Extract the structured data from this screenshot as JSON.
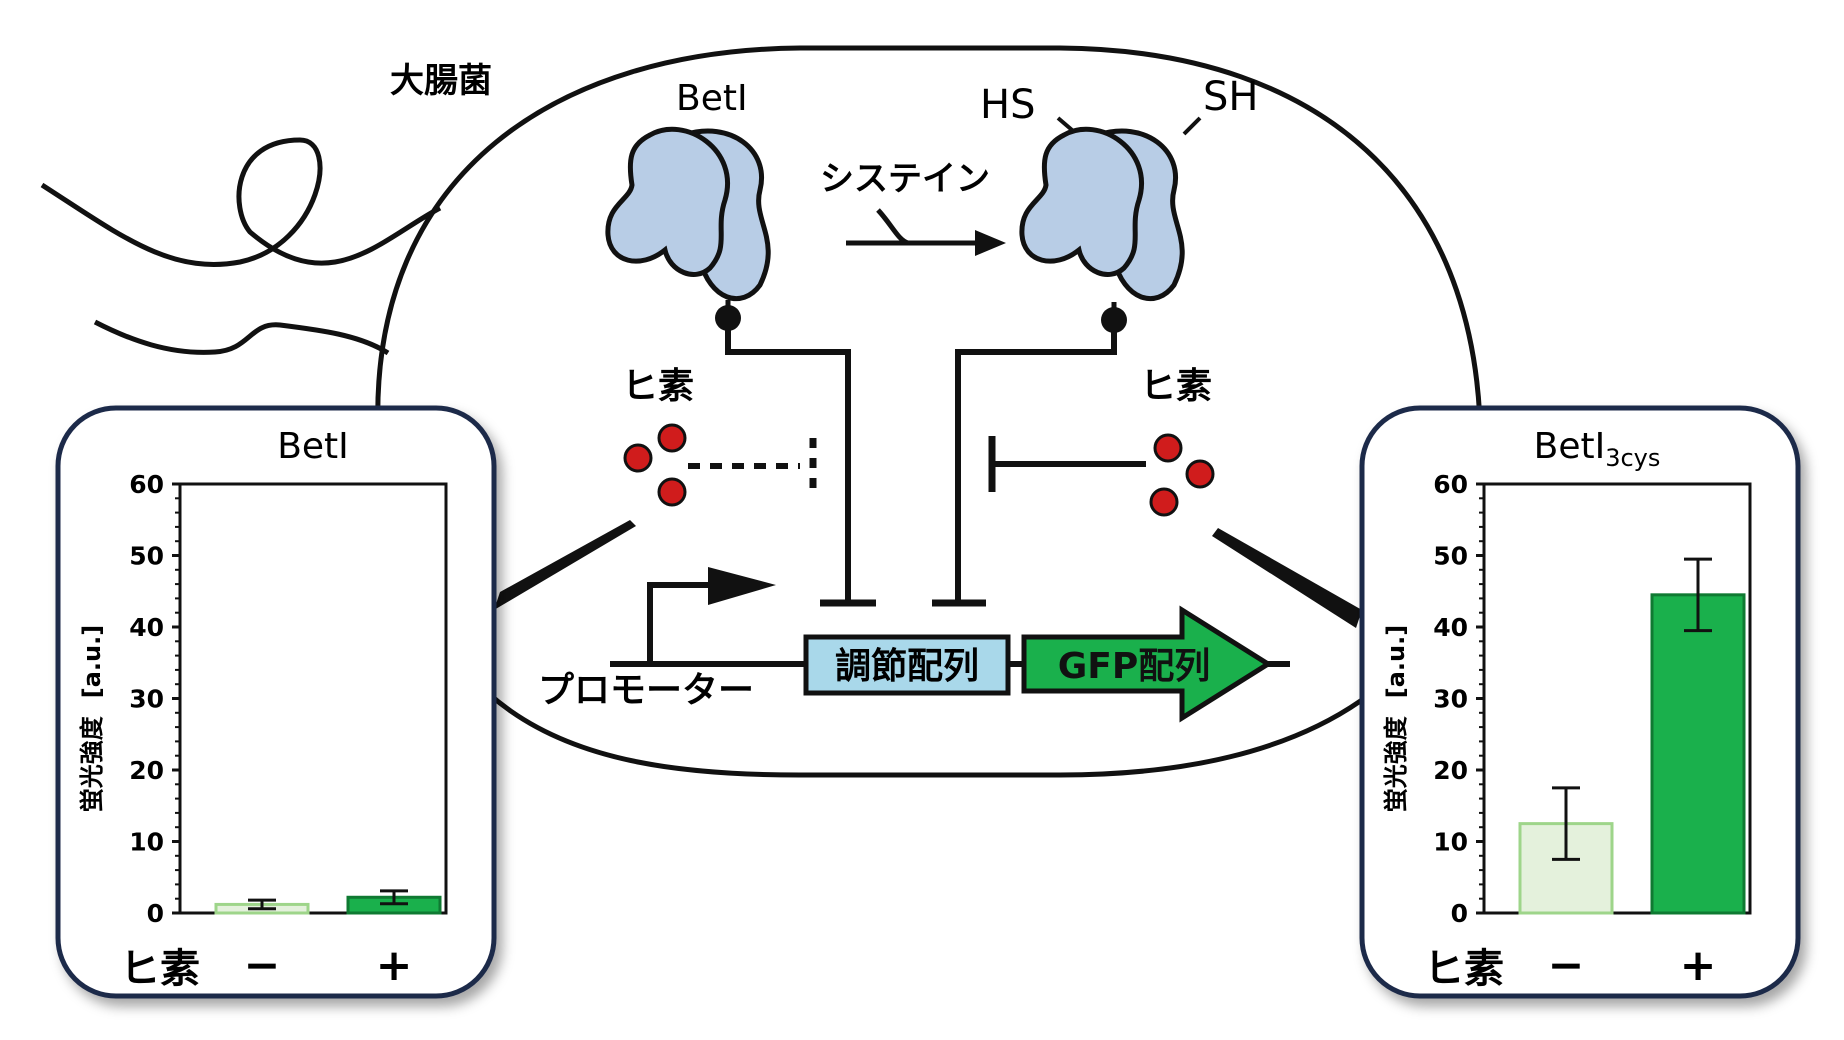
{
  "labels": {
    "organism": "大腸菌",
    "protein": "BetI",
    "cysteine": "システイン",
    "hs": "HS",
    "sh": "SH",
    "arsenic_left": "ヒ素",
    "arsenic_right": "ヒ素",
    "promoter": "プロモーター",
    "regulatory": "調節配列",
    "gfp": "GFP配列"
  },
  "chart_data": [
    {
      "type": "bar",
      "title": "BetI",
      "title_sub": "",
      "categories": [
        "−",
        "+"
      ],
      "category_axis_label": "ヒ素",
      "ylabel_main": "蛍光強度",
      "ylabel_unit": "[a.u.]",
      "ylim": [
        0,
        60
      ],
      "yticks": [
        "0",
        "10",
        "20",
        "30",
        "40",
        "50",
        "60"
      ],
      "values": [
        1.2,
        2.2
      ],
      "errors": [
        0.6,
        0.9
      ],
      "colors": [
        "#e4f1dc",
        "#1ab04c"
      ],
      "edge_colors": [
        "#9ed58a",
        "#0f7a32"
      ]
    },
    {
      "type": "bar",
      "title": "BetI",
      "title_sub": "3cys",
      "categories": [
        "−",
        "+"
      ],
      "category_axis_label": "ヒ素",
      "ylabel_main": "蛍光強度",
      "ylabel_unit": "[a.u.]",
      "ylim": [
        0,
        60
      ],
      "yticks": [
        "0",
        "10",
        "20",
        "30",
        "40",
        "50",
        "60"
      ],
      "values": [
        12.5,
        44.5
      ],
      "errors": [
        5.0,
        5.0
      ],
      "colors": [
        "#e4f1dc",
        "#1ab04c"
      ],
      "edge_colors": [
        "#9ed58a",
        "#0f7a32"
      ]
    }
  ],
  "colors": {
    "protein": "#b8cde6",
    "arsenic": "#d01c1c",
    "regulatory_fill": "#a9d8ea",
    "gfp_fill": "#1ab04c"
  }
}
